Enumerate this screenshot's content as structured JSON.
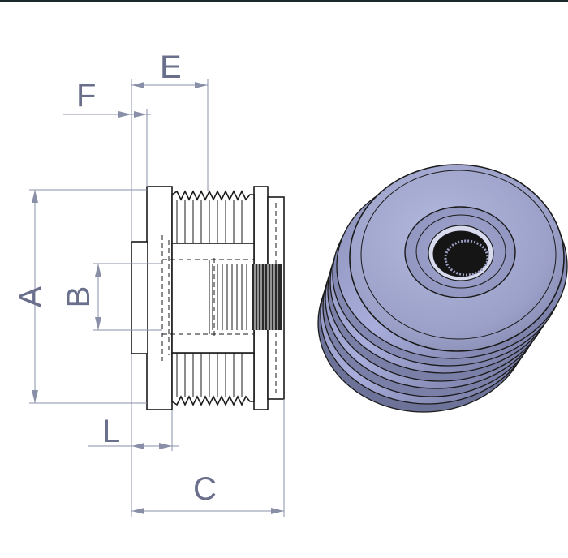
{
  "dimensions": {
    "A": "A",
    "B": "B",
    "C": "C",
    "E": "E",
    "F": "F",
    "L": "L"
  },
  "colors": {
    "label": "#6a6f8c",
    "dim_line": "#8a8fa8",
    "pulley_body": "#9aa0c6",
    "pulley_dark": "#6d7299",
    "pulley_light": "#b8bde0",
    "edge": "#1a1a1a"
  }
}
